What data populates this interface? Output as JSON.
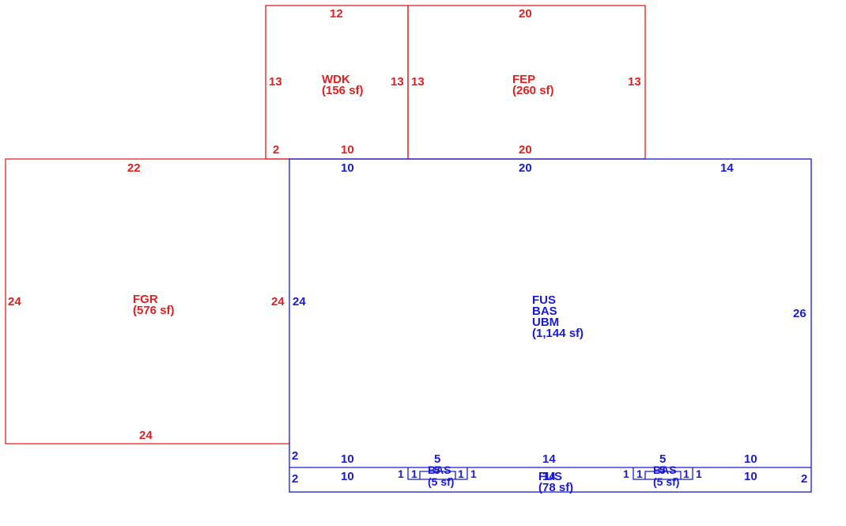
{
  "colors": {
    "detached": "#e02020",
    "main": "#1a1ad0"
  },
  "areas": {
    "wdk": {
      "code": "WDK",
      "area": "(156 sf)"
    },
    "fep": {
      "code": "FEP",
      "area": "(260 sf)"
    },
    "fgr": {
      "code": "FGR",
      "area": "(576 sf)"
    },
    "main": {
      "codes": [
        "FUS",
        "BAS",
        "UBM"
      ],
      "area": "(1,144 sf)"
    },
    "fus_strip": {
      "code": "FUS",
      "area": "(78 sf)"
    },
    "bay_left": {
      "code": "BAS",
      "area": "(5 sf)"
    },
    "bay_right": {
      "code": "BAS",
      "area": "(5 sf)"
    }
  },
  "dims": {
    "wdk_top": "12",
    "wdk_left": "13",
    "wdk_right": "13",
    "wdk_bottom_short": "2",
    "wdk_bottom": "10",
    "fep_top": "20",
    "fep_left": "13",
    "fep_right": "13",
    "fep_bottom": "20",
    "fgr_top": "22",
    "fgr_left": "24",
    "fgr_right": "24",
    "fgr_bottom": "24",
    "main_top_a": "10",
    "main_top_b": "20",
    "main_top_c": "14",
    "main_left": "24",
    "main_right": "26",
    "main_bottom_short": "2",
    "main_bottom_a": "10",
    "main_bottom_b": "5",
    "main_bottom_c": "14",
    "main_bottom_d": "5",
    "main_bottom_e": "10",
    "strip_left": "2",
    "strip_right": "2",
    "strip_a": "10",
    "strip_e": "10",
    "strip_c": "14",
    "bay_l_1": "1",
    "bay_l_2": "1",
    "bay_l_3": "5",
    "bay_l_4": "1",
    "bay_l_5": "1",
    "bay_r_1": "1",
    "bay_r_2": "1",
    "bay_r_3": "5",
    "bay_r_4": "1",
    "bay_r_5": "1"
  }
}
